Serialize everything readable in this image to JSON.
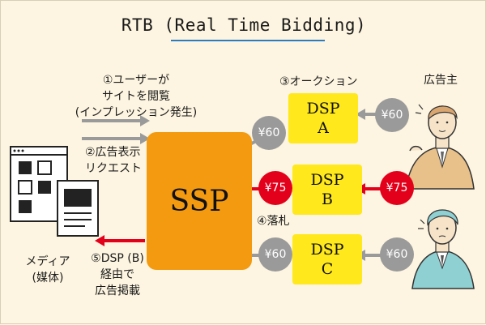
{
  "title": "RTB (Real Time Bidding)",
  "steps": {
    "s1_line1": "①ユーザーが",
    "s1_line2": "サイトを閲覧",
    "s1_line3": "(インプレッション発生)",
    "s2_line1": "②広告表示",
    "s2_line2": "リクエスト",
    "s3": "③オークション",
    "s4": "④落札",
    "s5_line1": "⑤DSP (B)",
    "s5_line2": "経由で",
    "s5_line3": "広告掲載"
  },
  "labels": {
    "advertiser": "広告主",
    "media_line1": "メディア",
    "media_line2": "(媒体)"
  },
  "ssp": "SSP",
  "dsps": [
    {
      "line1": "DSP",
      "line2": "A"
    },
    {
      "line1": "DSP",
      "line2": "B"
    },
    {
      "line1": "DSP",
      "line2": "C"
    }
  ],
  "bids": {
    "a_in": "¥60",
    "a_out": "¥60",
    "b_in": "¥75",
    "b_out": "¥75",
    "c_in": "¥60",
    "c_out": "¥60"
  },
  "colors": {
    "ssp": "#f39a10",
    "dsp": "#ffe81c",
    "gray_arrow": "#9a9a9a",
    "red_arrow": "#e3001b",
    "title_underline": "#2b7bbf",
    "person_top": "#e8c08a",
    "person_bottom": "#8fd0d3"
  },
  "icons": [
    "webpage-icon",
    "document-icon",
    "advertiser-person-icon",
    "advertiser-person-icon"
  ]
}
